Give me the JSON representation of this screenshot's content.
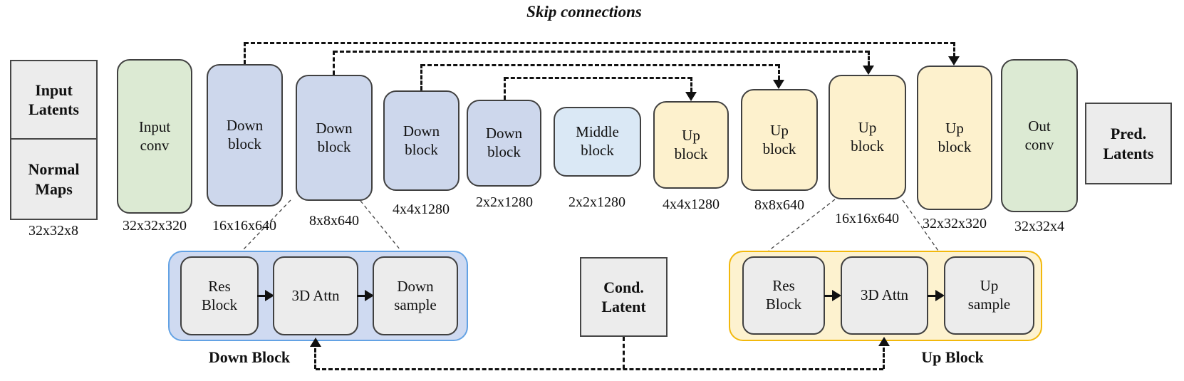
{
  "title": "Skip connections",
  "palette": {
    "green-fill": "#dcead3",
    "down-fill": "#cdd7ec",
    "middle-fill": "#dae8f5",
    "up-fill": "#fdf1cd",
    "gray-fill": "#ececec",
    "box-border": "#404040",
    "down-container-fill": "#cfdaf1",
    "down-container-border": "#63a2e4",
    "up-container-fill": "#fdf2cf",
    "up-container-border": "#f2b80c",
    "line-color": "#111111"
  },
  "input_stack": {
    "top_label": "Input Latents",
    "bottom_label": "Normal Maps",
    "dim": "32x32x8"
  },
  "blocks": {
    "input_conv": {
      "label": "Input conv",
      "dim": "32x32x320"
    },
    "down1": {
      "label": "Down block",
      "dim": "16x16x640"
    },
    "down2": {
      "label": "Down block",
      "dim": "8x8x640"
    },
    "down3": {
      "label": "Down block",
      "dim": "4x4x1280"
    },
    "down4": {
      "label": "Down block",
      "dim": "2x2x1280"
    },
    "middle": {
      "label": "Middle block",
      "dim": "2x2x1280"
    },
    "up1": {
      "label": "Up block",
      "dim": "4x4x1280"
    },
    "up2": {
      "label": "Up block",
      "dim": "8x8x640"
    },
    "up3": {
      "label": "Up block",
      "dim": "16x16x640"
    },
    "up4": {
      "label": "Up block",
      "dim": "32x32x320"
    },
    "out_conv": {
      "label": "Out conv",
      "dim": "32x32x4"
    },
    "pred_latents": {
      "label": "Pred. Latents"
    }
  },
  "cond_latent": {
    "label": "Cond. Latent"
  },
  "down_detail": {
    "title": "Down Block",
    "res": "Res Block",
    "attn": "3D Attn",
    "sample": "Down sample"
  },
  "up_detail": {
    "title": "Up Block",
    "res": "Res Block",
    "attn": "3D Attn",
    "sample": "Up sample"
  }
}
